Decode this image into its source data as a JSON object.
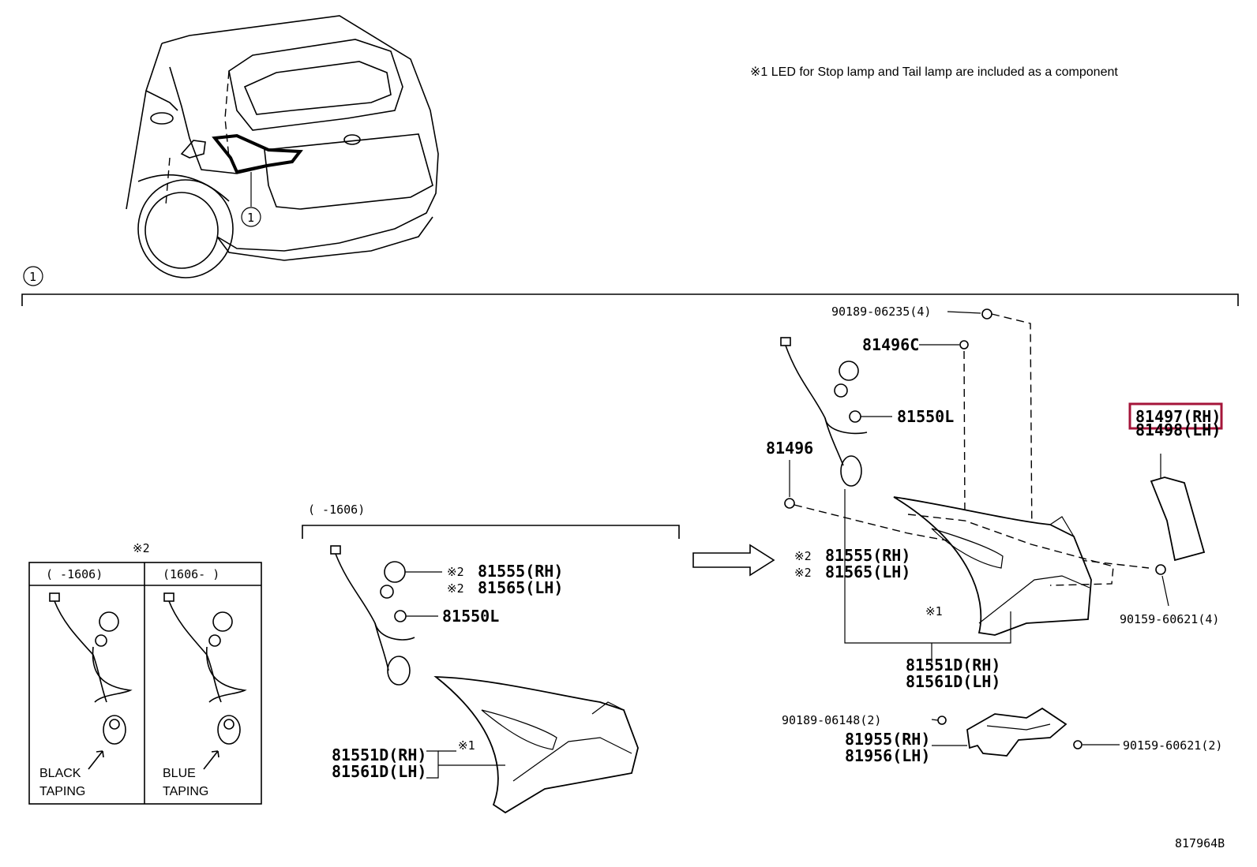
{
  "note": "※1 LED for Stop lamp and Tail lamp are included as a component",
  "callout_number": "1",
  "diagram_id": "817964B",
  "variants": {
    "header": "※2",
    "early": {
      "range": "(     -1606)",
      "label_line1": "BLACK",
      "label_line2": "TAPING"
    },
    "late": {
      "range": "(1606-     )",
      "label_line1": "BLUE",
      "label_line2": "TAPING"
    }
  },
  "early_assembly": {
    "range": "(     -1606)",
    "socket_rh": "81555(RH)",
    "socket_lh": "81565(LH)",
    "bulb": "81550L",
    "lamp_rh": "81551D(RH)",
    "lamp_lh": "81561D(LH)",
    "mark1": "※1",
    "mark2": "※2"
  },
  "main_assembly": {
    "screw_top": "90189-06235(4)",
    "clip_c": "81496C",
    "bulb": "81550L",
    "clip": "81496",
    "socket_rh": "81555(RH)",
    "socket_lh": "81565(LH)",
    "mark1": "※1",
    "mark2": "※2",
    "lamp_rh": "81551D(RH)",
    "lamp_lh": "81561D(LH)",
    "cover_rh": "81497(RH)",
    "cover_lh": "81498(LH)",
    "nut_right": "90159-60621(4)",
    "screw_bracket": "90189-06148(2)",
    "bracket_rh": "81955(RH)",
    "bracket_lh": "81956(LH)",
    "nut_bracket": "90159-60621(2)"
  },
  "colors": {
    "highlight": "#a5153a",
    "ink": "#000000",
    "background": "#ffffff"
  }
}
